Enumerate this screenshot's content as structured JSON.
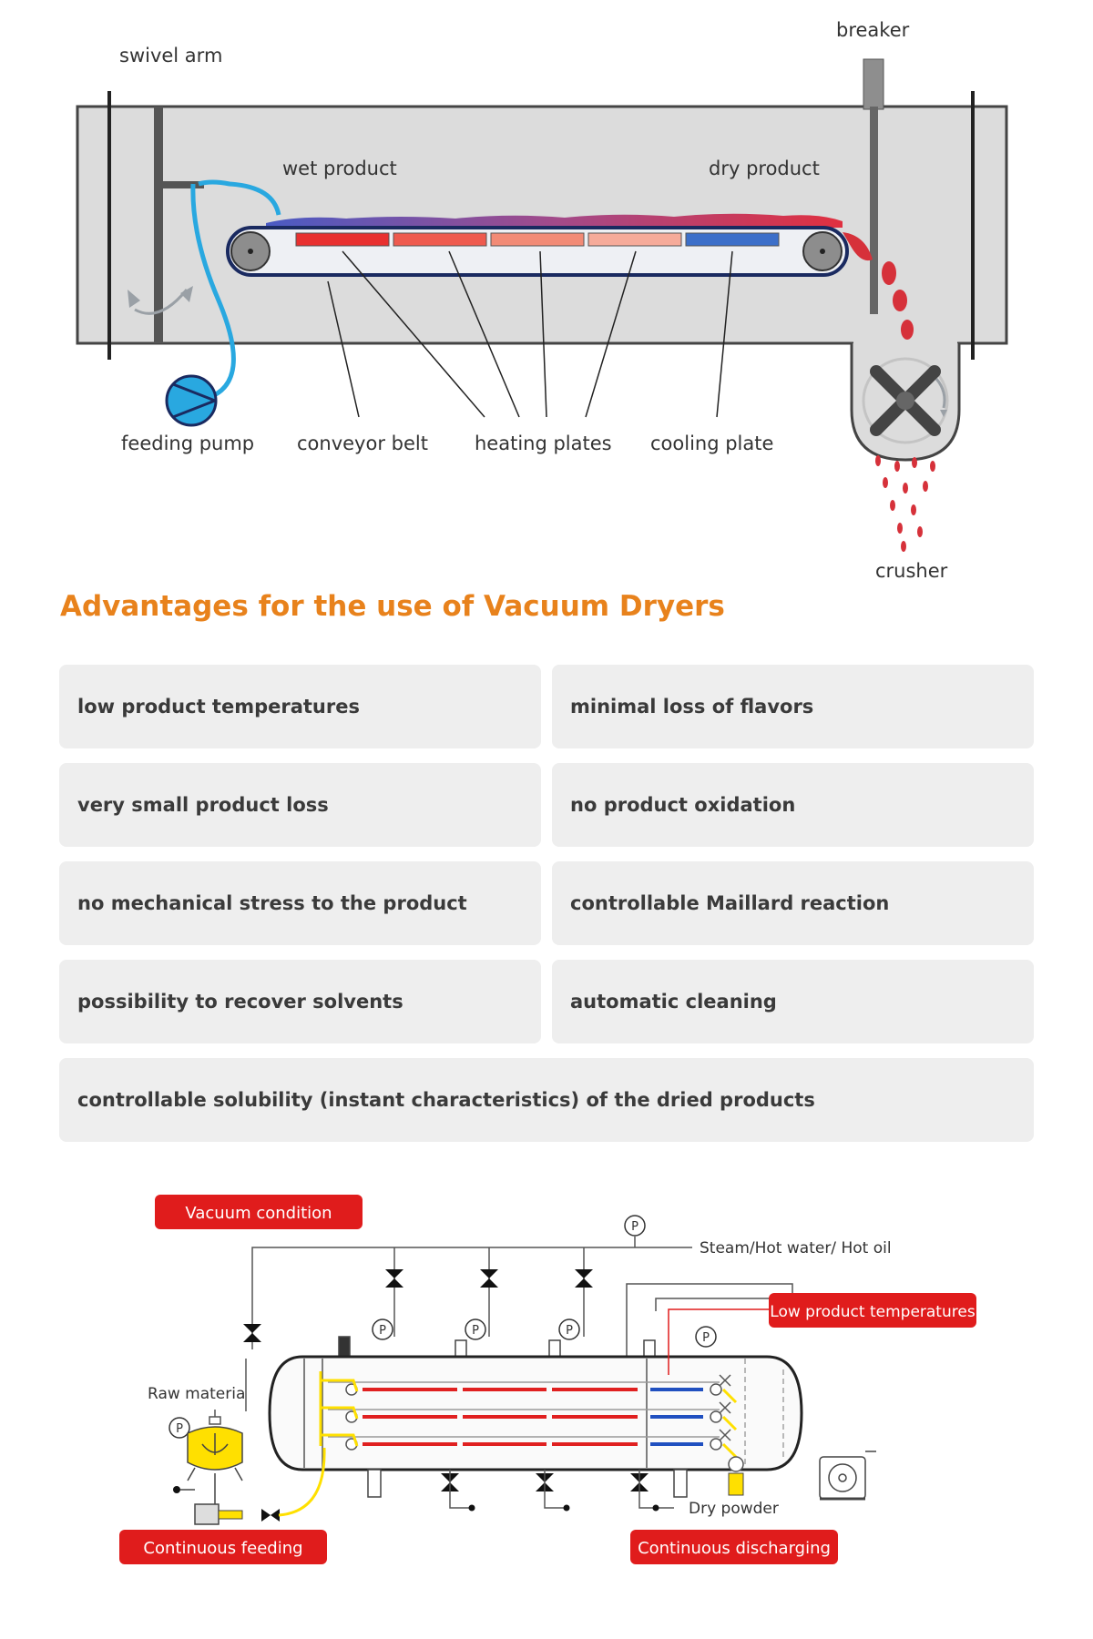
{
  "top_diagram": {
    "labels": {
      "swivel_arm": "swivel arm",
      "breaker": "breaker",
      "wet_product": "wet product",
      "dry_product": "dry product",
      "feeding_pump": "feeding pump",
      "conveyor_belt": "conveyor belt",
      "heating_plates": "heating plates",
      "cooling_plate": "cooling plate",
      "crusher": "crusher"
    },
    "colors": {
      "chamber": "#dcdcdc",
      "pipe": "#29a8e0",
      "heating": "#e8302f",
      "cooling": "#3c6fc9",
      "product": "#d6313a"
    }
  },
  "advantages": {
    "title": "Advantages for the use of Vacuum Dryers",
    "items": [
      "low product temperatures",
      "minimal loss of flavors",
      "very small product loss",
      "no product oxidation",
      "no mechanical stress to the product",
      "controllable Maillard reaction",
      "possibility to recover solvents",
      "automatic cleaning",
      "controllable solubility (instant characteristics) of the dried products"
    ]
  },
  "bottom_diagram": {
    "badges": {
      "vacuum_condition": "Vacuum condition",
      "low_product_temperatures": "Low product temperatures",
      "continuous_feeding": "Continuous feeding",
      "continuous_discharging": "Continuous discharging"
    },
    "labels": {
      "steam": "Steam/Hot water/ Hot oil",
      "raw_material": "Raw materia",
      "dry_powder": "Dry powder",
      "pressure": "P"
    },
    "colors": {
      "badge": "#e01c1c",
      "heating_line": "#e02020",
      "cooling_line": "#2050c0",
      "feed": "#ffe000"
    }
  }
}
